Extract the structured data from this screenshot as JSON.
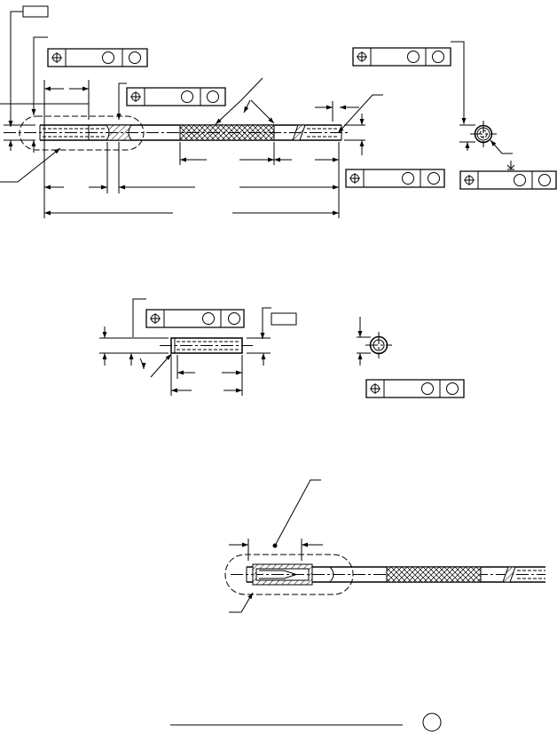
{
  "drawing": {
    "note_text": "",
    "fig_label": ""
  },
  "colors": {
    "ink": "#000000",
    "paper": "#ffffff"
  },
  "icons": {
    "position": "position-tolerance-symbol",
    "diameter": "circle-diameter-symbol",
    "depth": "depth-symbol",
    "arrow": "arrowhead"
  }
}
